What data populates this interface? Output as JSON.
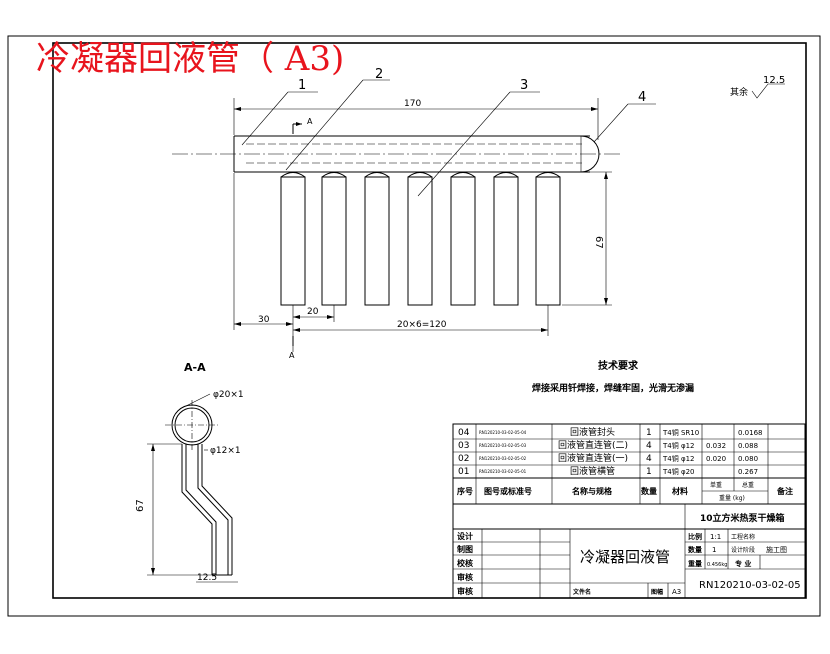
{
  "title": "冷凝器回液管（ A3)",
  "roughness": {
    "label": "其余",
    "value": "12.5"
  },
  "callouts": [
    "1",
    "2",
    "3",
    "4"
  ],
  "dims": {
    "overall": "170",
    "height": "67",
    "left_offset": "30",
    "pitch": "20",
    "span": "20×6=120",
    "section_height": "67",
    "section_bottom": "12.5",
    "outer_dia": "φ20×1",
    "inner_dia": "φ12×1"
  },
  "section": {
    "label": "A-A",
    "arrow_label": "A"
  },
  "tech": {
    "heading": "技术要求",
    "note": "焊接采用钎焊接，焊缝牢固，光滑无渗漏"
  },
  "bom": {
    "rows": [
      {
        "no": "04",
        "code": "RN120210-03-02-05-04",
        "name": "回液管封头",
        "qty": "1",
        "mat": "T4铜 SR10",
        "unit": "",
        "total": "0.0168"
      },
      {
        "no": "03",
        "code": "RN120210-03-02-05-03",
        "name": "回液管直连管(二)",
        "qty": "4",
        "mat": "T4铜 φ12",
        "unit": "0.032",
        "total": "0.088"
      },
      {
        "no": "02",
        "code": "RN120210-03-02-05-02",
        "name": "回液管直连管(一)",
        "qty": "4",
        "mat": "T4铜 φ12",
        "unit": "0.020",
        "total": "0.080"
      },
      {
        "no": "01",
        "code": "RN120210-03-02-05-01",
        "name": "回液管横管",
        "qty": "1",
        "mat": "T4铜 φ20",
        "unit": "",
        "total": "0.267"
      }
    ],
    "headers": {
      "no": "序号",
      "code": "图号或标准号",
      "name": "名称与规格",
      "qty": "数量",
      "mat": "材料",
      "unit": "单重",
      "total": "总重",
      "weight": "重量 (kg)",
      "remark": "备注"
    }
  },
  "titleblock": {
    "project": "10立方米热泵干燥箱",
    "drawing_name": "冷凝器回液管",
    "drawing_no": "RN120210-03-02-05",
    "roles": [
      "设计",
      "制图",
      "校核",
      "审核",
      "审核"
    ],
    "file_label": "文件名",
    "size_label": "图幅",
    "size_value": "A3",
    "scale_label": "比例",
    "scale_value": "1:1",
    "proj_label": "工程名称",
    "qty_label": "数量",
    "qty_value": "1",
    "stage_label": "设计阶段",
    "stage_value": "施工图",
    "weight_label": "重量",
    "weight_value": "0.456kg",
    "major_label": "专 业"
  }
}
